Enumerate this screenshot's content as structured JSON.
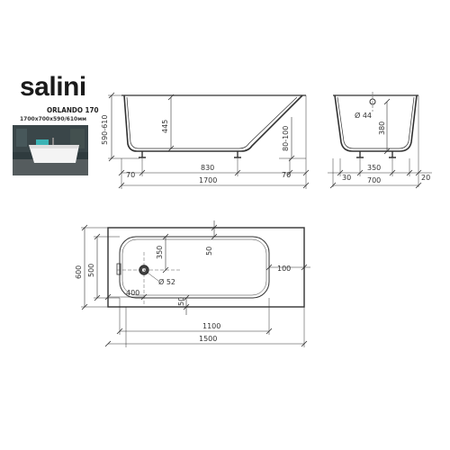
{
  "brand": {
    "name": "salini",
    "model": "ORLANDO 170",
    "size": "1700x700x590/610мм"
  },
  "side_view": {
    "height_range": "590-610",
    "inner_depth": "445",
    "leg_adjust": "80-100",
    "left_offset": "70",
    "leg_span": "830",
    "right_offset": "70",
    "total_length": "1700"
  },
  "end_view": {
    "drain_dia": "Ø 44",
    "drain_height": "380",
    "left_offset": "30",
    "leg_span": "350",
    "right_offset": "20",
    "total_width": "700"
  },
  "plan_view": {
    "outer_width": "600",
    "inner_width": "500",
    "drain_from_end": "400",
    "drain_dia": "Ø 52",
    "drain_y": "350",
    "rim_top": "50",
    "rim_bottom": "50",
    "rim_right": "100",
    "floor_length": "1100",
    "inner_length": "1500"
  },
  "colors": {
    "line": "#333333",
    "dim_line": "#555555",
    "brand_accent": "#d63a2b",
    "water": "#3bb3b5"
  }
}
